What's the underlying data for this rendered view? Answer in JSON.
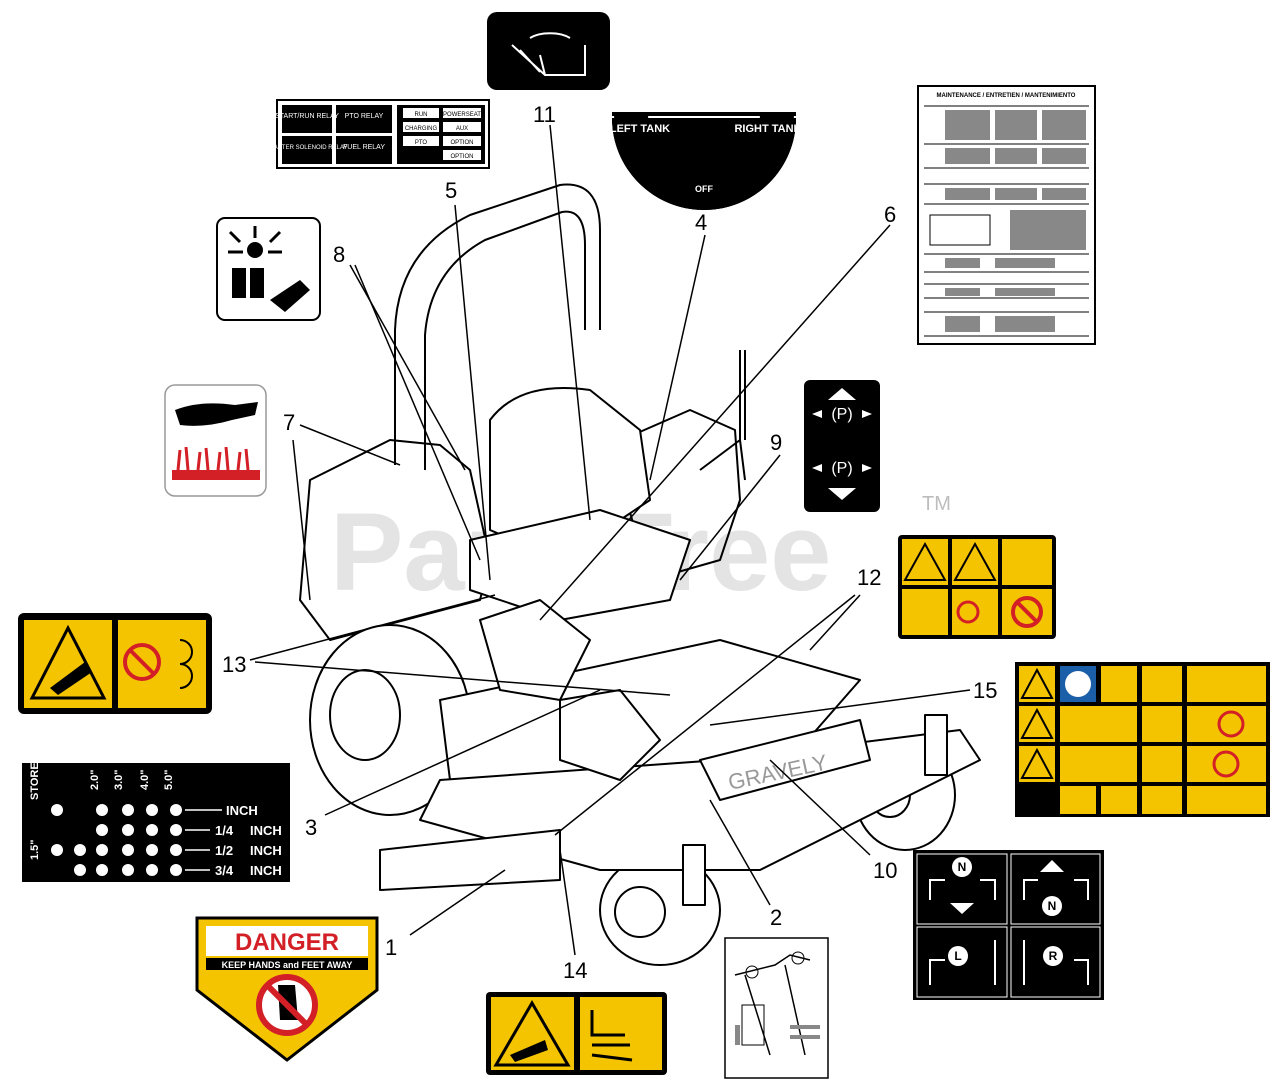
{
  "watermark": {
    "text": "PartsTree",
    "tm": "TM"
  },
  "callouts": [
    "1",
    "2",
    "3",
    "4",
    "5",
    "6",
    "7",
    "8",
    "9",
    "10",
    "11",
    "12",
    "13",
    "14",
    "15"
  ],
  "relay_decal": {
    "cells": [
      "START/RUN RELAY",
      "PTO RELAY",
      "STARTER SOLENOID RELAY",
      "FUEL RELAY"
    ],
    "fuses": [
      "RUN",
      "POWERSEAT",
      "CHARGING",
      "AUX",
      "PTO",
      "OPTION",
      "OPTION"
    ]
  },
  "fuel_decal": {
    "left": "LEFT TANK",
    "right": "RIGHT TANK",
    "off": "OFF"
  },
  "maintenance_decal": {
    "title": "MAINTENANCE / ENTRETIEN / MANTENIMIENTO"
  },
  "height_decal": {
    "labels": [
      "STORE",
      "2.0\"",
      "3.0\"",
      "4.0\"",
      "5.0\""
    ],
    "rows": [
      "INCH",
      "1/4",
      "1/2",
      "3/4"
    ],
    "inch_word": "INCH",
    "side": "1.5\""
  },
  "danger_decal": {
    "title": "DANGER",
    "subtitle": "KEEP HANDS and FEET AWAY"
  },
  "park_decal": {
    "symbol": "(P)"
  },
  "direction_decal": {
    "n": "N",
    "l": "L",
    "r": "R"
  },
  "colors": {
    "yellow": "#f5c400",
    "red": "#d32027",
    "black": "#000000"
  }
}
